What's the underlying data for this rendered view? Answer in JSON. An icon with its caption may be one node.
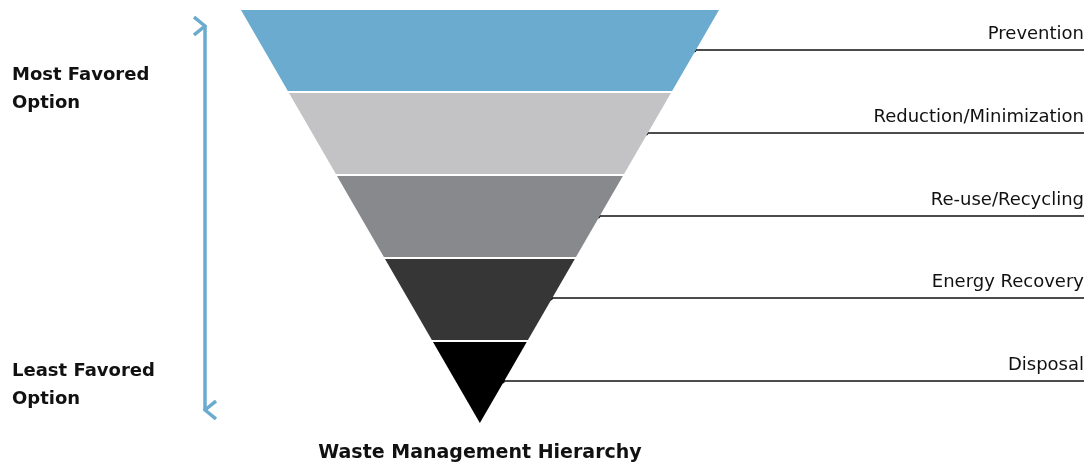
{
  "diagram": {
    "caption": "Waste Management Hierarchy",
    "nodes": [
      {
        "text": [],
        "shape": "trapezoid"
      },
      {
        "text": [],
        "shape": "trapezoid"
      },
      {
        "text": [],
        "shape": "trapezoid"
      },
      {
        "text": [],
        "shape": "trapezoid"
      },
      {
        "text": [],
        "shape": "triangle"
      },
      {
        "text": [
          "Prevention"
        ]
      },
      {
        "text": [
          "Reduction/Minimization"
        ]
      },
      {
        "text": [
          "Re-use/Recycling"
        ]
      },
      {
        "text": [
          "Energy Recovery"
        ]
      },
      {
        "text": [
          "Disposal"
        ]
      }
    ],
    "edges": [
      {
        "from": 5,
        "to": 0,
        "arrow": "other"
      },
      {
        "from": 6,
        "to": 1,
        "arrow": "other"
      },
      {
        "from": 7,
        "to": 2,
        "arrow": "other"
      },
      {
        "from": 8,
        "to": 3,
        "arrow": "other"
      },
      {
        "from": 9,
        "to": 4,
        "arrow": "other"
      }
    ],
    "labels": [
      "Most Favored Option",
      "Least Favored Option"
    ]
  }
}
